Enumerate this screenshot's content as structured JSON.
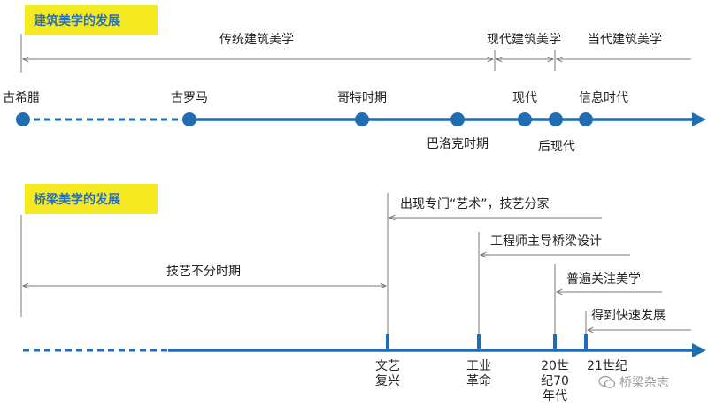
{
  "arch": {
    "title": "建筑美学的发展",
    "periods": {
      "traditional": "传统建筑美学",
      "modern": "现代建筑美学",
      "contemporary": "当代建筑美学"
    },
    "points": {
      "greece": "古希腊",
      "rome": "古罗马",
      "gothic": "哥特时期",
      "baroque": "巴洛克时期",
      "modern": "现代",
      "postmodern": "后现代",
      "info": "信息时代"
    }
  },
  "bridge": {
    "title": "桥梁美学的发展",
    "stages": {
      "no_division": "技艺不分时期",
      "art_appears": "出现专门“艺术”，技艺分家",
      "engineer_led": "工程师主导桥梁设计",
      "widespread": "普遍关注美学",
      "rapid": "得到快速发展"
    },
    "milestones": {
      "renaissance": "文艺\n复兴",
      "industrial": "工业\n革命",
      "seventies": "20世\n纪70\n年代",
      "c21": "21世纪"
    }
  },
  "watermark": "桥梁杂志",
  "colors": {
    "timeline": "#1f6db3",
    "badge_bg": "#f5ea1f",
    "badge_text": "#2b6fb6",
    "bracket": "#777777"
  }
}
